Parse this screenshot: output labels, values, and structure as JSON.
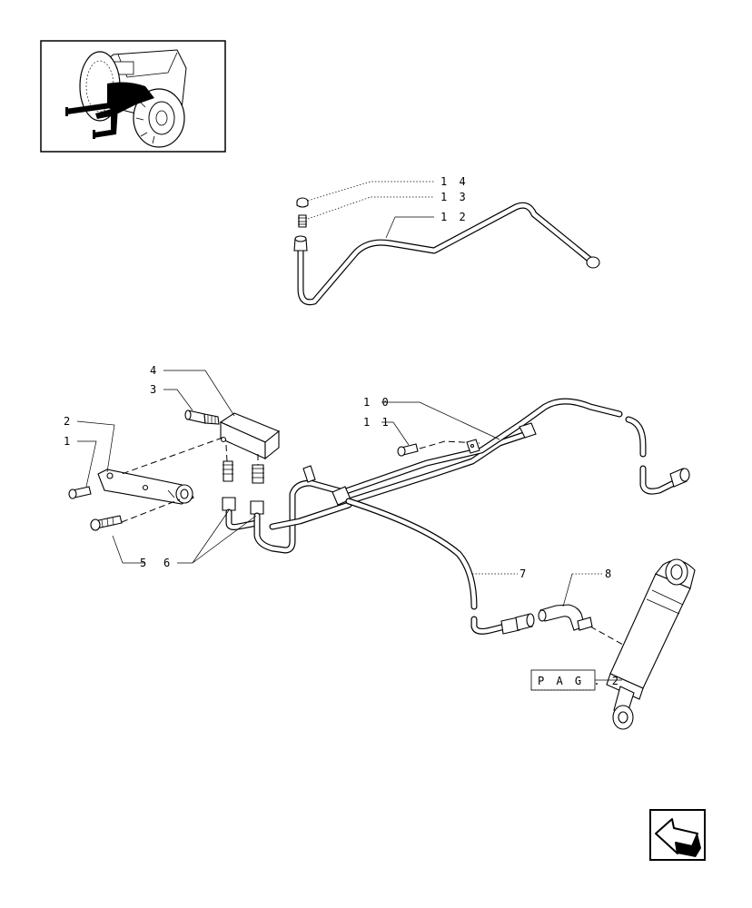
{
  "thumbnail": {
    "icon": "tractor-location-icon"
  },
  "upper_group": {
    "labels": [
      {
        "id": "14",
        "text": "1 4"
      },
      {
        "id": "13",
        "text": "1 3"
      },
      {
        "id": "12",
        "text": "1 2"
      }
    ]
  },
  "main_group": {
    "labels": [
      {
        "id": "4",
        "text": "4"
      },
      {
        "id": "3",
        "text": "3"
      },
      {
        "id": "2",
        "text": "2"
      },
      {
        "id": "1",
        "text": "1"
      },
      {
        "id": "5",
        "text": "5"
      },
      {
        "id": "6",
        "text": "6"
      },
      {
        "id": "10",
        "text": "1 0"
      },
      {
        "id": "11",
        "text": "1 1"
      },
      {
        "id": "7",
        "text": "7"
      },
      {
        "id": "8",
        "text": "8"
      }
    ],
    "page_ref": "P A G . 2"
  },
  "nav": {
    "next_icon": "next-page-arrow-icon"
  }
}
